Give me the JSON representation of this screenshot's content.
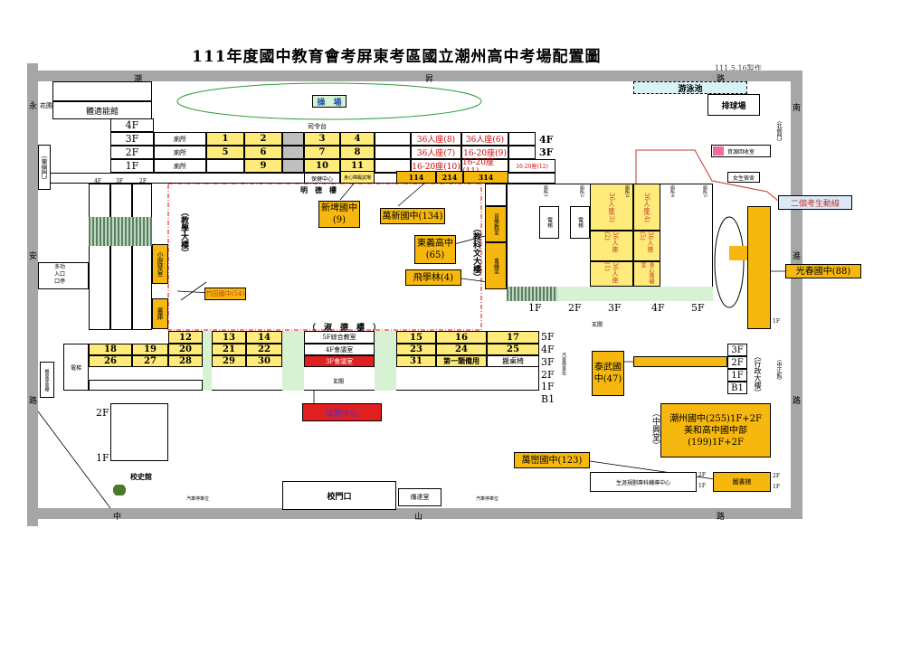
{
  "title": "111年度國中教育會考屏東考區國立潮州高中考場配置圖",
  "date_made": "111.5.16製作",
  "roads": {
    "top": [
      "潮",
      "昇",
      "路"
    ],
    "bottom": [
      "中",
      "山",
      "路"
    ],
    "left": [
      "永",
      "安",
      "路"
    ],
    "right": [
      "南",
      "進",
      "路"
    ]
  },
  "places": {
    "field": "操　場",
    "pool": "游泳池",
    "court": "排球場",
    "fitness": "體適能館",
    "stage": "司令台",
    "mingde": "明　德　樓",
    "shude": "（　淑　德　樓　）",
    "teach": "（教學大樓）",
    "science": "（教科文大樓）",
    "gallery": "校史館",
    "gate": "校門口",
    "guard": "傳達室",
    "parking_l": "汽車停車位",
    "parking_r": "汽車停車位",
    "zhongxing": "（中興堂）",
    "admin": "（行政大樓）",
    "library": "圖書館",
    "gym": "（中正館）",
    "recycle": "資源回收室",
    "dorm": "女生宿舍",
    "bookroom": "書庫",
    "piano": "小提琴室",
    "music": "音樂教室",
    "meeting": "會議室",
    "life": "生涯規劃專科輔導中心",
    "activity": "多功入口館",
    "east_gate": "（東側門）",
    "north_gate": "（北側門）",
    "toilet": "廁所",
    "stairs": "電梯",
    "kitchen": "玄關",
    "bike": "機車停車棚",
    "car_note": "汽車停車位"
  },
  "floors": [
    "4F",
    "3F",
    "2F",
    "1F"
  ],
  "mingde_rooms": {
    "row3F": [
      "1",
      "2",
      "3",
      "4"
    ],
    "row2F": [
      "5",
      "6",
      "7",
      "8"
    ],
    "row1F": [
      "9",
      "10",
      "11"
    ],
    "east3F": [
      "36人座(8)",
      "36人座(6)"
    ],
    "east2F": [
      "36人座(7)",
      "16-20座(9)"
    ],
    "east1F": [
      "16-20座(10)",
      "16-20座(11)",
      "16-20座(12)"
    ],
    "ground": [
      "114",
      "214",
      "314"
    ],
    "special": "身心障礙試場",
    "center": "保健中心"
  },
  "shude_rooms": {
    "r5F": [
      "12",
      "13",
      "14",
      "5F綜合教室",
      "15",
      "16",
      "17"
    ],
    "r4F": [
      "18",
      "19",
      "20",
      "21",
      "22",
      "4F會議室",
      "23",
      "24",
      "25"
    ],
    "r3F": [
      "26",
      "27",
      "28",
      "29",
      "30",
      "3F會議室",
      "31",
      "第一類備用",
      "搬桌椅"
    ],
    "lobby": "玄關"
  },
  "east_block": {
    "rooms": [
      "36人座(2)",
      "36人座(3)",
      "36人座(4)",
      "36人座(5)",
      "36人座(1)",
      "身心障礙室"
    ],
    "toilets": [
      "廁所1",
      "廁所2",
      "廁所3",
      "廁所4",
      "廁所5"
    ],
    "floors": [
      "1F",
      "2F",
      "3F",
      "4F",
      "5F"
    ]
  },
  "callouts": {
    "xinpi": "新埤國中\n(9)",
    "wanxin": "萬新國中(134)",
    "donggao": "東義高中\n(65)",
    "feixue": "飛學林(4)",
    "zhutian": "竹田國中(54)",
    "guangchun": "光春國中(88)",
    "taiwu": "泰武國中(47)",
    "chaozhou": "潮州國中(255)1F+2F\n美和高中國中部\n(199)1F+2F",
    "wanluan": "萬巒國中(123)",
    "exam_center": "試務中心",
    "two_routes": "二個考生動線"
  },
  "admin_floors": [
    "3F",
    "2F",
    "1F",
    "B1"
  ],
  "shude_floors": [
    "5F",
    "4F",
    "3F",
    "2F",
    "1F",
    "B1"
  ],
  "gallery_floors": [
    "2F",
    "1F"
  ]
}
